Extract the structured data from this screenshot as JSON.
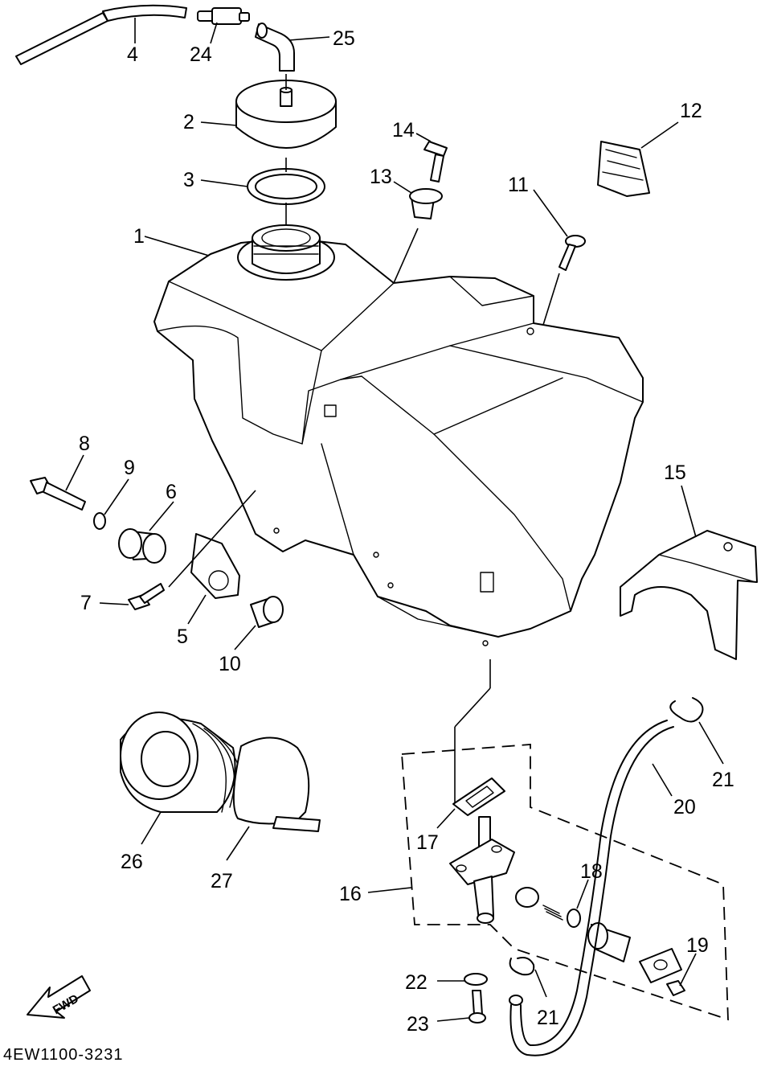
{
  "diagram": {
    "part_numbers": {
      "n1": "1",
      "n2": "2",
      "n3": "3",
      "n4": "4",
      "n5": "5",
      "n6": "6",
      "n7": "7",
      "n8": "8",
      "n9": "9",
      "n10": "10",
      "n11": "11",
      "n12": "12",
      "n13": "13",
      "n14": "14",
      "n15": "15",
      "n16": "16",
      "n17": "17",
      "n18": "18",
      "n19": "19",
      "n20": "20",
      "n21a": "21",
      "n21b": "21",
      "n22": "22",
      "n23": "23",
      "n24": "24",
      "n25": "25",
      "n26": "26",
      "n27": "27"
    },
    "direction_label": "FWD",
    "drawing_code": "4EW1100-3231"
  }
}
